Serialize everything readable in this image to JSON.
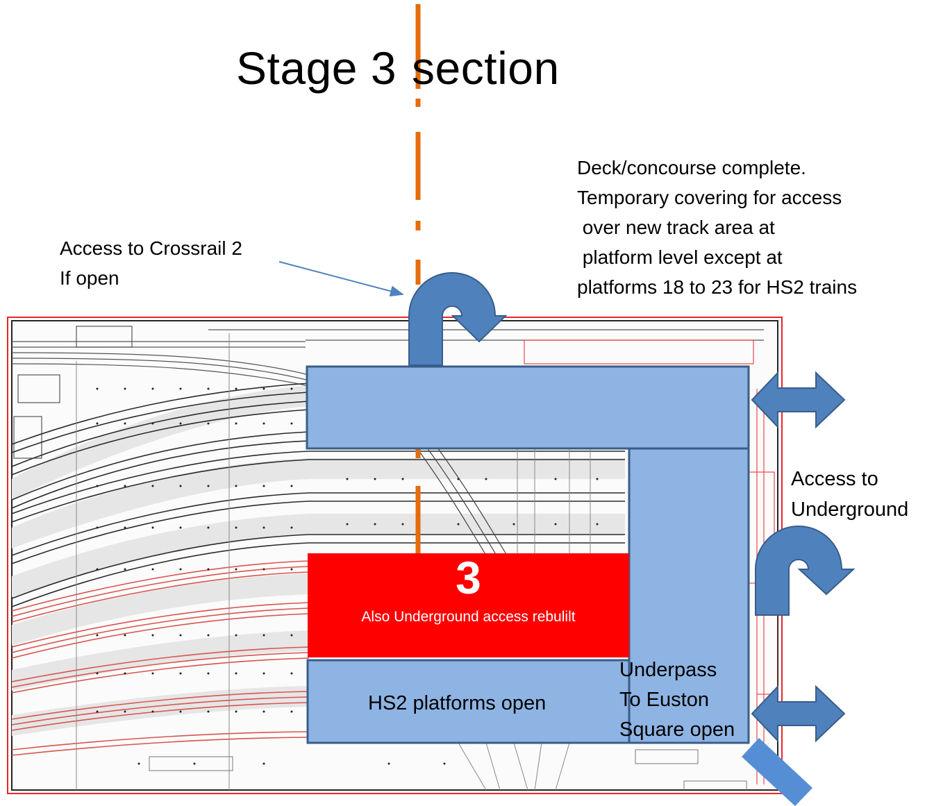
{
  "title": {
    "part1": "Stage 3",
    "part2": "section"
  },
  "annotations": {
    "crossrail": "Access to Crossrail 2\nIf open",
    "deck": "Deck/concourse complete.\nTemporary covering for access\n over new track area at\n platform level except at\nplatforms 18 to 23 for HS2 trains",
    "underground": "Access to\nUnderground"
  },
  "zones": {
    "stage_number": "3",
    "stage_note": "Also Underground access rebulilt",
    "hs2_platforms": "HS2 platforms open",
    "underpass": "Underpass\nTo Euston\nSquare open"
  },
  "colors": {
    "zone_blue": "#8EB4E3",
    "zone_border": "#385D8A",
    "arrow_blue": "#4F81BD",
    "stage_red": "#FF0000",
    "section_line": "#E46C0A",
    "frame_red": "#E8262A"
  }
}
